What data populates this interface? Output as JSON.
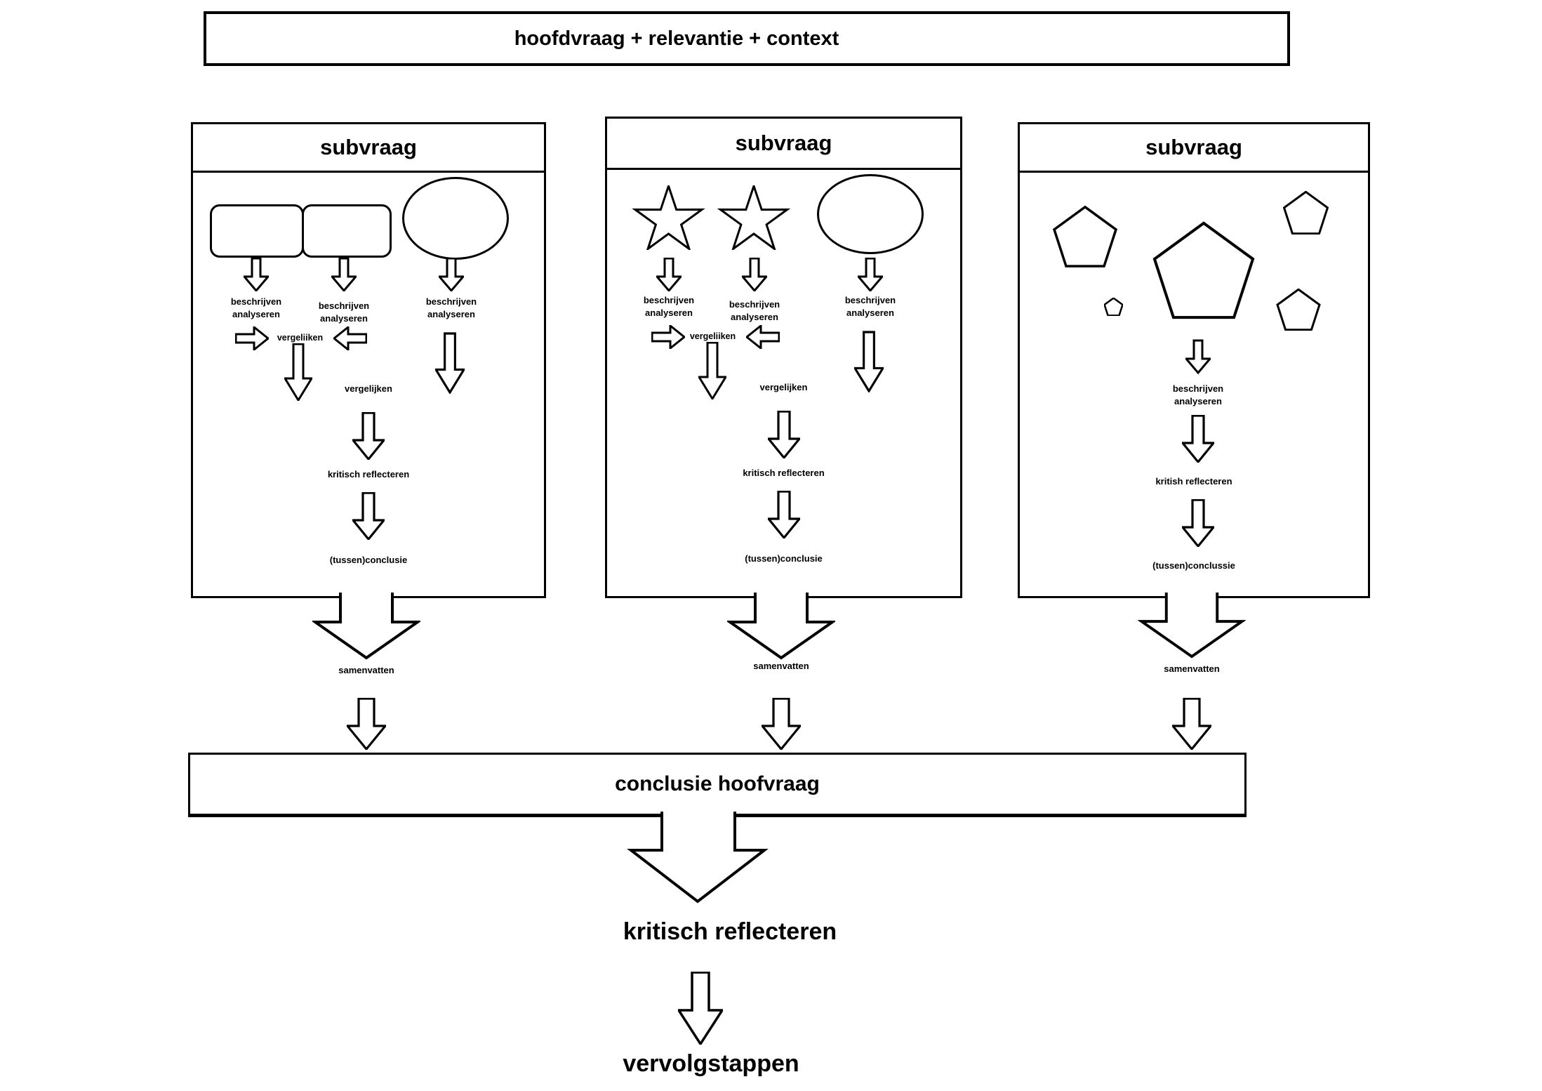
{
  "colors": {
    "ink": "#000000",
    "paper": "#ffffff"
  },
  "icons": {
    "down_arrow": "outline block arrow pointing down",
    "right_arrow": "outline block arrow pointing right",
    "left_arrow": "outline block arrow pointing left",
    "wide_down_arrow": "wide outline block arrow pointing down",
    "rounded_rect": "rounded rectangle shape",
    "ellipse": "ellipse shape",
    "star": "five point star shape",
    "pentagon": "pentagon shape"
  },
  "title_bar": {
    "label": "hoofdvraag + relevantie + context"
  },
  "boxes": [
    {
      "header": "subvraag",
      "shapes": [
        "rounded-rect",
        "rounded-rect",
        "ellipse"
      ],
      "columns": [
        {
          "line1": "beschrijven",
          "line2": "analyseren"
        },
        {
          "line1": "beschrijven",
          "line2": "analyseren"
        },
        {
          "line1": "beschrijven",
          "line2": "analyseren"
        }
      ],
      "compare_small": "vergeliiken",
      "compare": "vergelijken",
      "reflect": "kritisch reflecteren",
      "conclusion": "(tussen)conclusie",
      "summarize": "samenvatten"
    },
    {
      "header": "subvraag",
      "shapes": [
        "star",
        "star",
        "ellipse"
      ],
      "columns": [
        {
          "line1": "beschrijven",
          "line2": "analyseren"
        },
        {
          "line1": "beschrijven",
          "line2": "analyseren"
        },
        {
          "line1": "beschrijven",
          "line2": "analyseren"
        }
      ],
      "compare_small": "vergeliiken",
      "compare": "vergelijken",
      "reflect": "kritisch reflecteren",
      "conclusion": "(tussen)conclusie",
      "summarize": "samenvatten"
    },
    {
      "header": "subvraag",
      "shapes": [
        "pentagon",
        "pentagon",
        "pentagon",
        "pentagon",
        "pentagon"
      ],
      "describe": {
        "line1": "beschrijven",
        "line2": "analyseren"
      },
      "reflect": "kritish reflecteren",
      "conclusion": "(tussen)conclussie",
      "summarize": "samenvatten"
    }
  ],
  "conclusion_bar": {
    "label": "conclusie hoofvraag"
  },
  "footer": {
    "reflect": "kritisch reflecteren",
    "next_steps": "vervolgstappen"
  }
}
